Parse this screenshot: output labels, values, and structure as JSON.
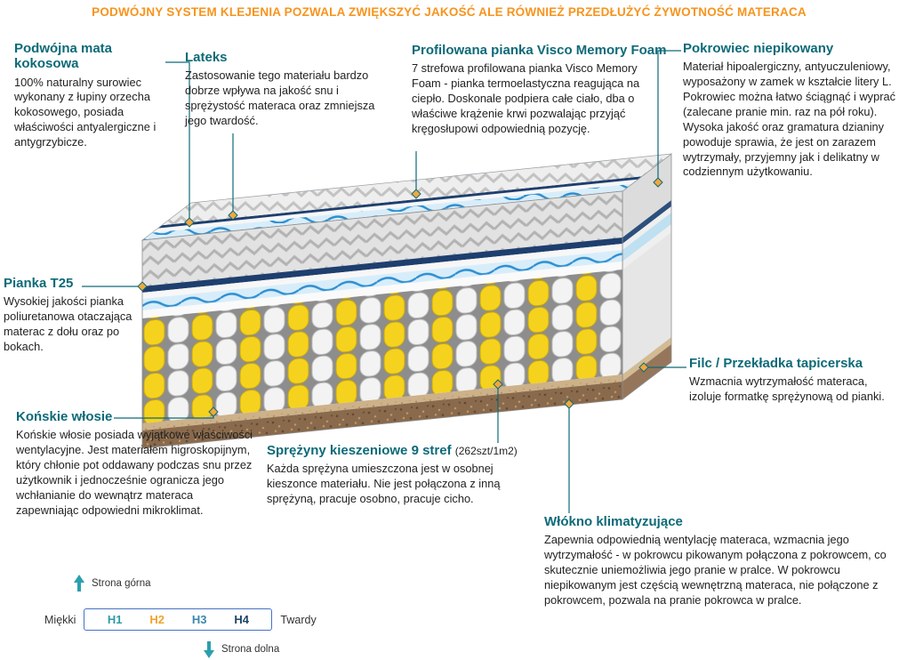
{
  "header": {
    "text": "PODWÓJNY SYSTEM KLEJENIA POZWALA ZWIĘKSZYĆ JAKOŚĆ ALE RÓWNIEŻ PRZEDŁUŻYĆ ŻYWOTNOŚĆ MATERACA"
  },
  "labels": {
    "coconut": {
      "title": "Podwójna mata kokosowa",
      "body": "100% naturalny surowiec wykonany z łupiny orzecha kokosowego, posiada właściwości antyalergiczne i antygrzybicze."
    },
    "latex": {
      "title": "Lateks",
      "body": "Zastosowanie tego materiału bardzo dobrze wpływa na jakość snu i sprężystość materaca oraz zmniejsza jego twardość."
    },
    "visco": {
      "title": "Profilowana pianka Visco Memory Foam",
      "body": "7 strefowa profilowana pianka Visco Memory Foam - pianka termoelastyczna reagująca na ciepło. Doskonale podpiera całe ciało, dba o właściwe krążenie krwi pozwalając przyjąć kręgosłupowi odpowiednią pozycję."
    },
    "cover": {
      "title": "Pokrowiec niepikowany",
      "body": "Materiał hipoalergiczny, antyuczuleniowy, wyposażony w zamek w kształcie litery L. Pokrowiec można łatwo ściągnąć i wyprać (zalecane pranie min. raz na pół roku). Wysoka jakość oraz gramatura dzianiny powoduje sprawia, że jest on zarazem wytrzymały, przyjemny jak i delikatny w codziennym użytkowaniu."
    },
    "foam_t25": {
      "title": "Pianka T25",
      "body": "Wysokiej jakości pianka poliuretanowa otaczająca materac z dołu oraz po bokach."
    },
    "horsehair": {
      "title": "Końskie włosie",
      "body": "Końskie włosie posiada wyjątkowe właściwości wentylacyjne. Jest materiałem higroskopijnym, który chłonie pot oddawany podczas snu przez użytkownik i jednocześnie ogranicza jego wchłanianie do wewnątrz materaca zapewniając odpowiedni mikroklimat."
    },
    "felt": {
      "title": "Filc / Przekładka tapicerska",
      "body": "Wzmacnia wytrzymałość materaca, izoluje formatkę sprężynową od pianki."
    },
    "springs": {
      "title": "Sprężyny kieszeniowe 9 stref",
      "title_suffix": "(262szt/1m2)",
      "body": "Każda sprężyna umieszczona jest w osobnej kieszonce materiału. Nie jest połączona z inną sprężyną, pracuje osobno, pracuje cicho."
    },
    "fiber": {
      "title": "Włókno klimatyzujące",
      "body": "Zapewnia odpowiednią wentylację materaca, wzmacnia jego wytrzymałość - w pokrowcu pikowanym połączona z pokrowcem, co skutecznie uniemożliwia jego pranie w pralce. W pokrowcu niepikowanym jest częścią wewnętrzną materaca, nie połączone z pokrowcem, pozwala na pranie pokrowca w pralce."
    }
  },
  "scale": {
    "top_label": "Strona górna",
    "bottom_label": "Strona dolna",
    "soft_label": "Miękki",
    "hard_label": "Twardy",
    "levels": [
      {
        "label": "H1",
        "color": "#2f9aa8"
      },
      {
        "label": "H2",
        "color": "#f0a32f"
      },
      {
        "label": "H3",
        "color": "#3a87ad"
      },
      {
        "label": "H4",
        "color": "#1c4566"
      }
    ]
  },
  "colors": {
    "header_orange": "#f7941d",
    "heading_teal": "#0d6a78",
    "connector_line": "#0d6a78",
    "diamond_marker": "#f2a83b",
    "arrow_teal": "#2a9fae",
    "scale_box_border": "#4472c4",
    "spring_yellow": "#f5d21d",
    "wave_blue": "#2f8fd0",
    "navy_layer": "#1e3f6e",
    "base_brown": "#8a6a4c"
  }
}
